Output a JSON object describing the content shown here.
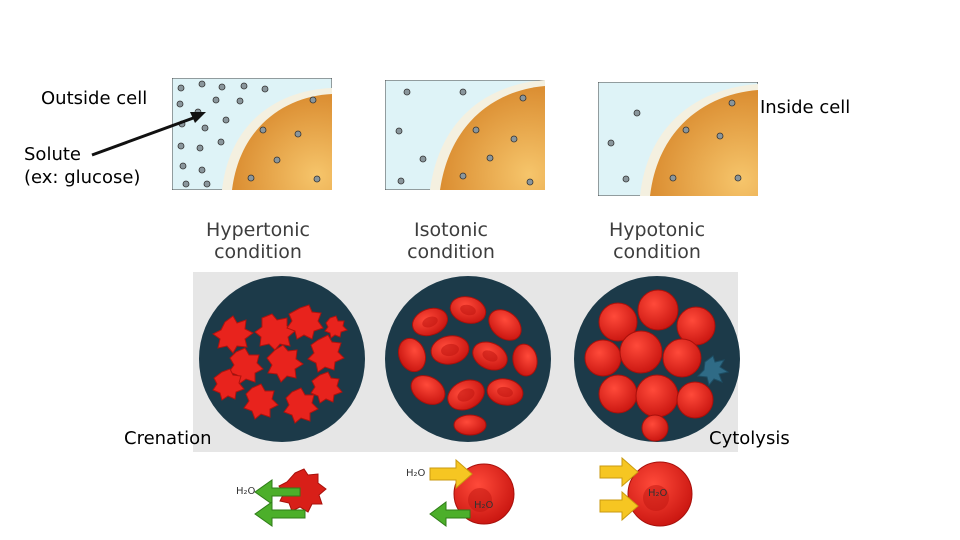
{
  "labels": {
    "outside_cell": "Outside cell",
    "inside_cell": "Inside cell",
    "solute_line1": "Solute",
    "solute_line2": "(ex: glucose)",
    "crenation": "Crenation",
    "cytolysis": "Cytolysis"
  },
  "conditions": [
    {
      "line1": "Hypertonic",
      "line2": "condition"
    },
    {
      "line1": "Isotonic",
      "line2": "condition"
    },
    {
      "line1": "Hypotonic",
      "line2": "condition"
    }
  ],
  "water_label": "H₂O",
  "colors": {
    "outside_fluid": "#def3f7",
    "cytoplasm": "#e8a44a",
    "membrane": "#f4f0e0",
    "solute": "#8a969c",
    "blood_bg": "#e6e6e6",
    "dish": "#1c3a49",
    "rbc": "#e8231d",
    "arrow_in": "#f6c622",
    "arrow_out": "#4caf2a"
  }
}
